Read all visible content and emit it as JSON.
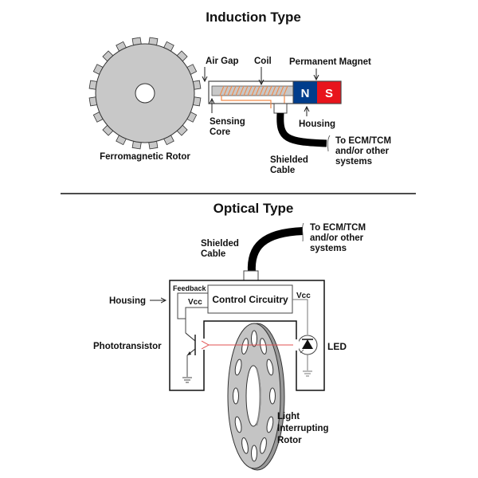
{
  "induction": {
    "title": "Induction Type",
    "labels": {
      "air_gap": "Air Gap",
      "coil": "Coil",
      "permanent_magnet": "Permanent Magnet",
      "sensing_core_1": "Sensing",
      "sensing_core_2": "Core",
      "housing": "Housing",
      "rotor": "Ferromagnetic Rotor",
      "cable_1": "Shielded",
      "cable_2": "Cable",
      "dest_1": "To ECM/TCM",
      "dest_2": "and/or other",
      "dest_3": "systems"
    },
    "magnet": {
      "north": "N",
      "south": "S"
    },
    "rotor_teeth": 20,
    "colors": {
      "rotor": "#c8c8c8",
      "north": "#003d8c",
      "south": "#e8141c",
      "coil": "#f08a4b",
      "core": "#c8c8c8"
    }
  },
  "optical": {
    "title": "Optical Type",
    "labels": {
      "cable_1": "Shielded",
      "cable_2": "Cable",
      "dest_1": "To ECM/TCM",
      "dest_2": "and/or other",
      "dest_3": "systems",
      "housing": "Housing",
      "feedback": "Feedback",
      "vcc_left": "Vcc",
      "vcc_right": "Vcc",
      "control": "Control Circuitry",
      "phototransistor": "Phototransistor",
      "led": "LED",
      "rotor_1": "Light",
      "rotor_2": "Interrupting",
      "rotor_3": "Rotor"
    },
    "rotor_slots": 12,
    "colors": {
      "rotor": "#c4c4c4",
      "beam": "#e05050"
    }
  }
}
